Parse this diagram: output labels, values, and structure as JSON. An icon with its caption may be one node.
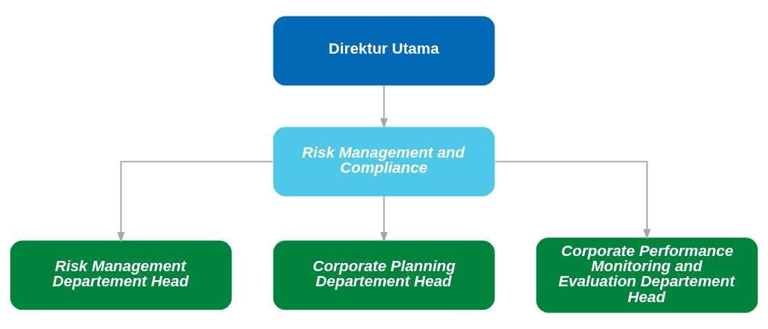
{
  "diagram": {
    "nodes": [
      {
        "text": [
          "Direktur Utama"
        ]
      },
      {
        "text": [
          "Risk Management and Compliance"
        ]
      },
      {
        "text": [
          "Risk Management Departement Head"
        ]
      },
      {
        "text": [
          "Corporate Planning Departement Head"
        ]
      },
      {
        "text": [
          "Corporate Performance Monitoring and Evaluation Departement Head"
        ]
      }
    ],
    "edges": [
      {
        "from": 0,
        "to": 1,
        "arrow": "to"
      },
      {
        "from": 1,
        "to": 2,
        "arrow": "to"
      },
      {
        "from": 1,
        "to": 3,
        "arrow": "to"
      },
      {
        "from": 1,
        "to": 4,
        "arrow": "to"
      }
    ]
  }
}
